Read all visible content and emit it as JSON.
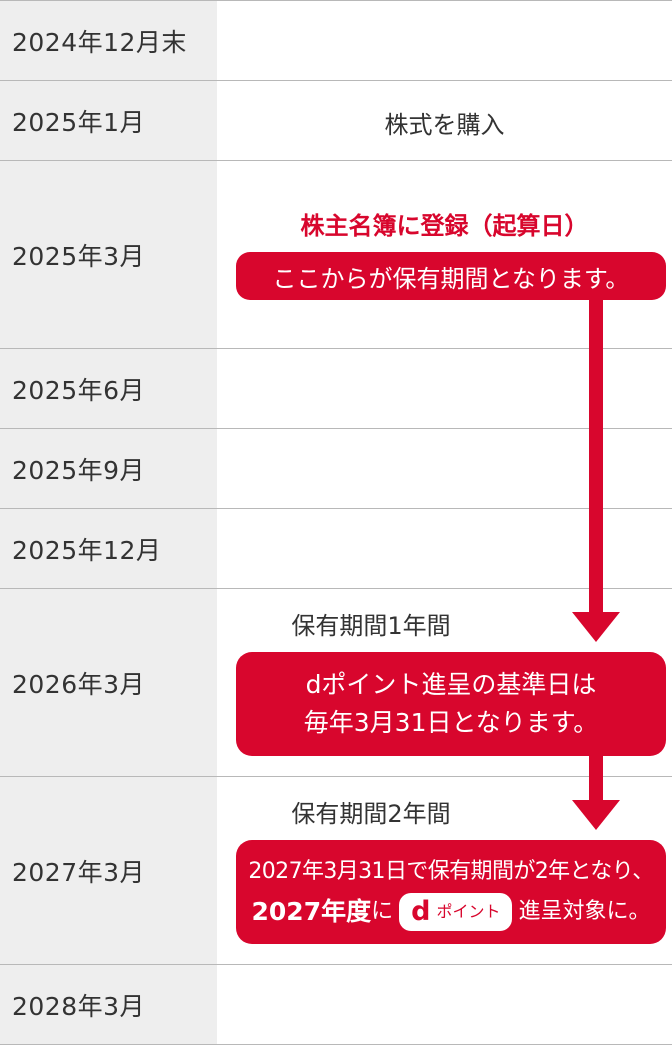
{
  "timeline": {
    "rows": [
      {
        "date": "2024年12月末"
      },
      {
        "date": "2025年1月"
      },
      {
        "date": "2025年3月"
      },
      {
        "date": "2025年6月"
      },
      {
        "date": "2025年9月"
      },
      {
        "date": "2025年12月"
      },
      {
        "date": "2026年3月"
      },
      {
        "date": "2027年3月"
      },
      {
        "date": "2028年3月"
      }
    ]
  },
  "events": {
    "purchase": "株式を購入",
    "registration_title": "株主名簿に登録（起算日）",
    "registration_pill": "ここからが保有期間となります。",
    "holding_1year": "保有期間1年間",
    "base_date_line1": "dポイント進呈の基準日は",
    "base_date_line2": "毎年3月31日となります。",
    "holding_2year": "保有期間2年間",
    "final_line1": "2027年3月31日で保有期間が2年となり、",
    "final_year": "2027年度",
    "final_ni": "に",
    "final_suffix": "進呈対象に。",
    "badge_d": "d",
    "badge_point": "ポイント"
  },
  "colors": {
    "accent_red": "#d8062d",
    "date_bg": "#eeeeee",
    "text": "#333333"
  }
}
